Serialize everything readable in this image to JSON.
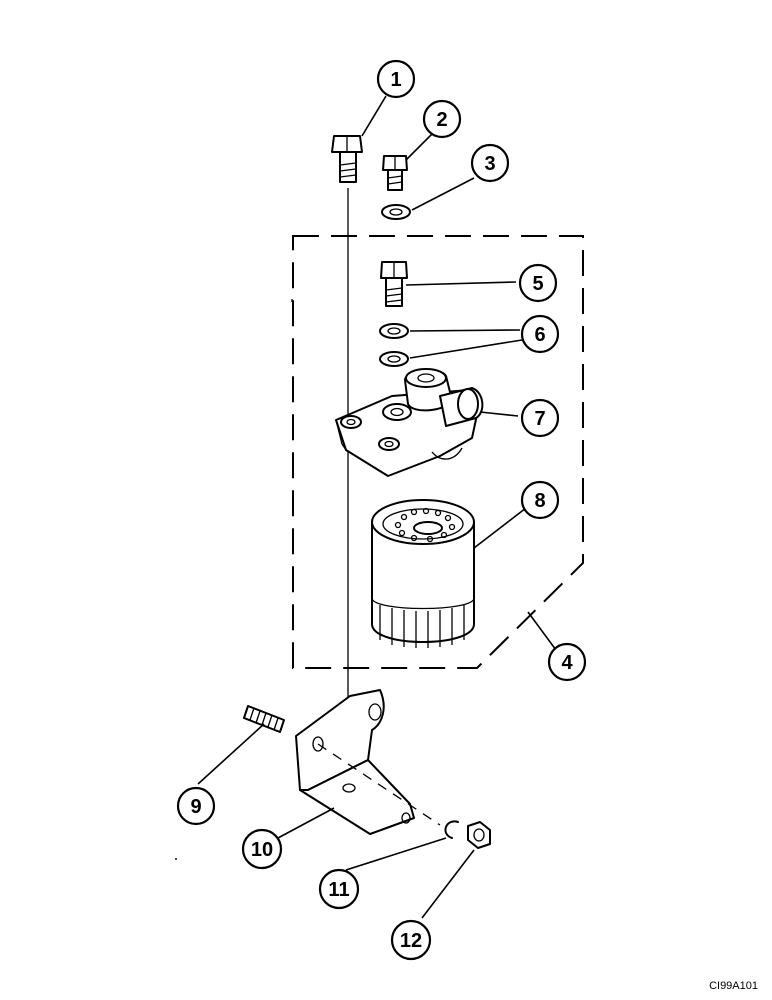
{
  "callouts": [
    {
      "id": "1",
      "label": "1"
    },
    {
      "id": "2",
      "label": "2"
    },
    {
      "id": "3",
      "label": "3"
    },
    {
      "id": "4",
      "label": "4"
    },
    {
      "id": "5",
      "label": "5"
    },
    {
      "id": "6",
      "label": "6"
    },
    {
      "id": "7",
      "label": "7"
    },
    {
      "id": "8",
      "label": "8"
    },
    {
      "id": "9",
      "label": "9"
    },
    {
      "id": "10",
      "label": "10"
    },
    {
      "id": "11",
      "label": "11"
    },
    {
      "id": "12",
      "label": "12"
    }
  ],
  "reference_code": "CI99A101",
  "colors": {
    "line": "#000000",
    "background": "#ffffff"
  }
}
